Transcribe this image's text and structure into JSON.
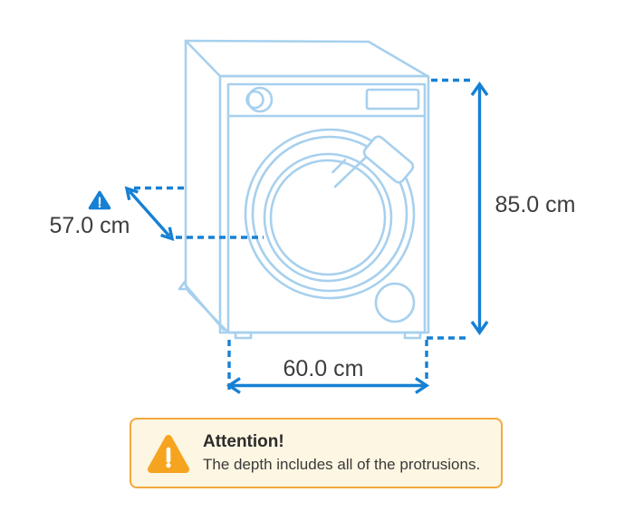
{
  "colors": {
    "machine-line": "#a7d0ee",
    "dimension-blue": "#1680d4",
    "label-text": "#3d3d3d",
    "warning-orange": "#f6a41f",
    "attention-border": "#f3a93c",
    "attention-bg": "#fdf6e2",
    "attention-title-text": "#2c2c2c",
    "attention-message-text": "#3a3a3a",
    "page-bg": "#ffffff"
  },
  "diagram": {
    "depth_label": "57.0 cm",
    "height_label": "85.0 cm",
    "width_label": "60.0 cm"
  },
  "attention": {
    "title": "Attention!",
    "message": "The depth includes all of the protrusions."
  }
}
